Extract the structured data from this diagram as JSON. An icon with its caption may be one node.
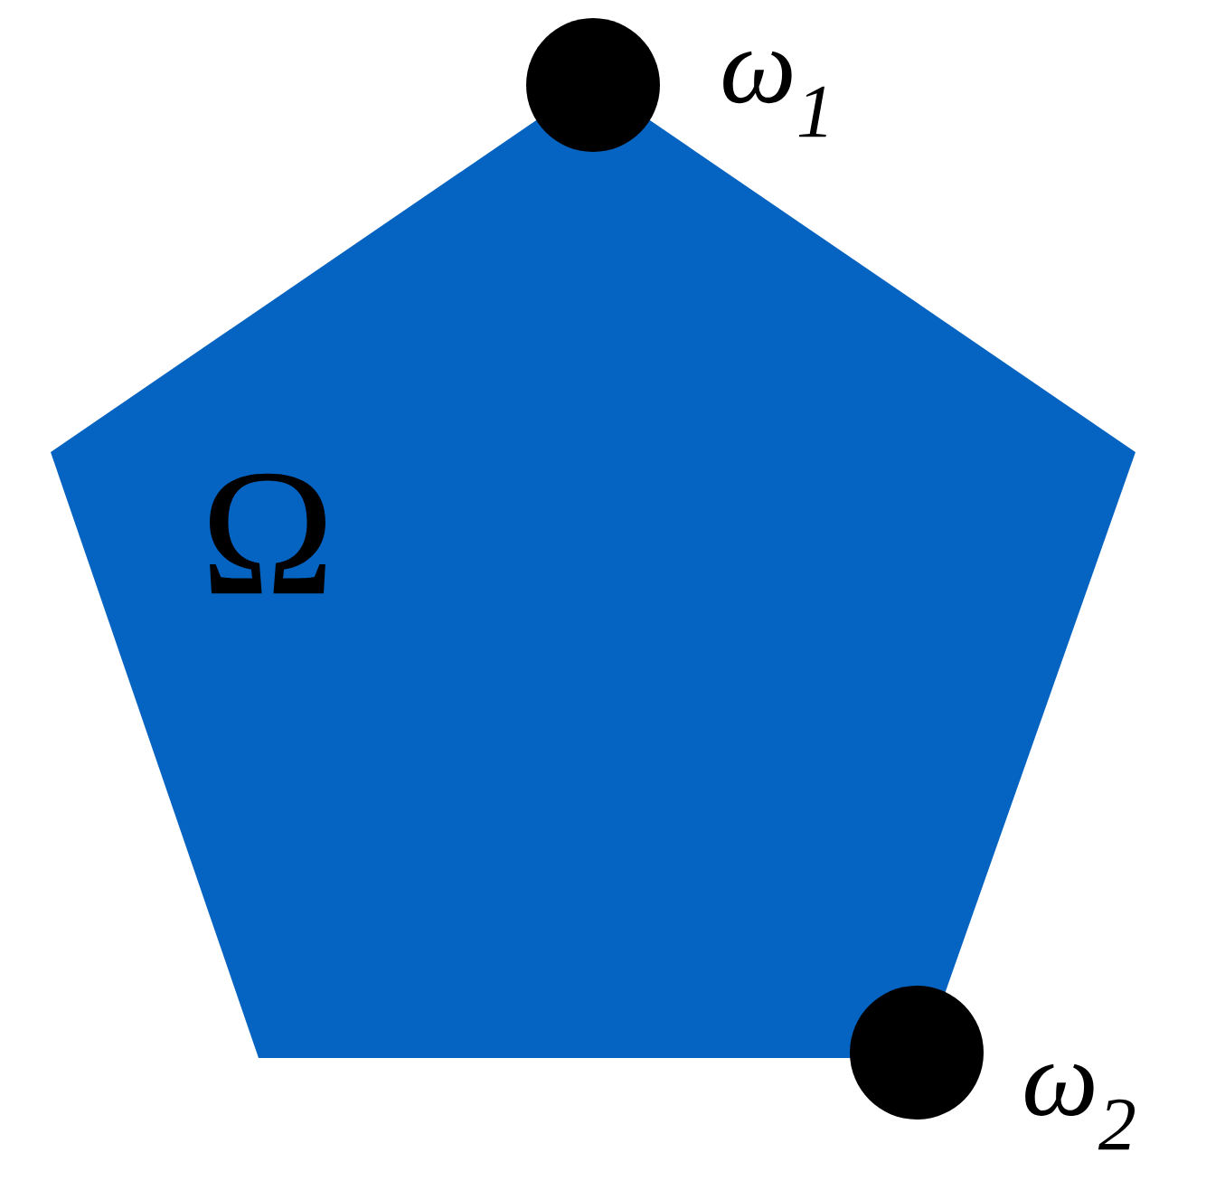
{
  "diagram": {
    "nodes": [
      {
        "text": [
          "Ω"
        ]
      },
      {
        "text": [],
        "shape": "circle",
        "beside": [
          "ω$_{1}$"
        ]
      },
      {
        "text": [],
        "shape": "circle",
        "beside": [
          "ω$_{2}$"
        ]
      }
    ]
  }
}
